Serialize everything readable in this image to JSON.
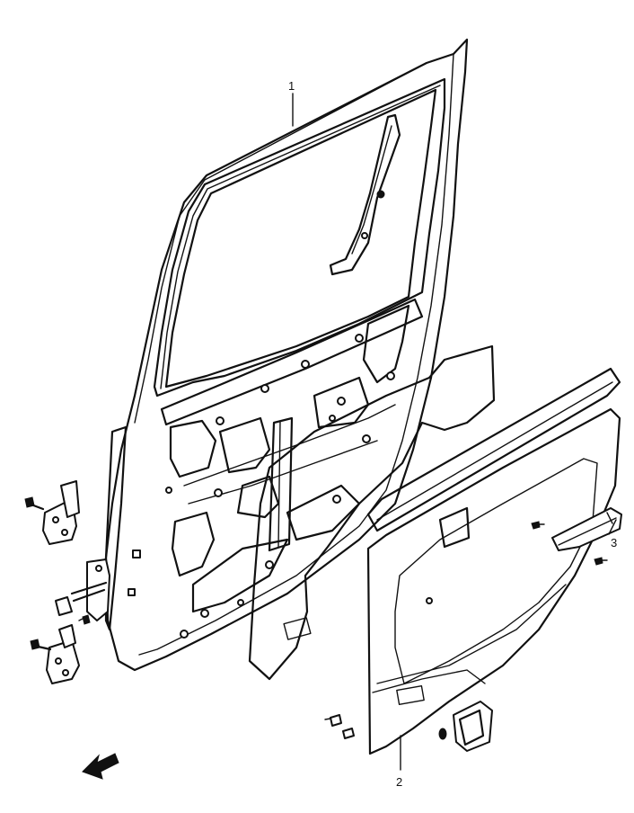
{
  "callouts": {
    "door_shell": "1",
    "door_trim_panel": "2",
    "pull_handle": "3"
  }
}
